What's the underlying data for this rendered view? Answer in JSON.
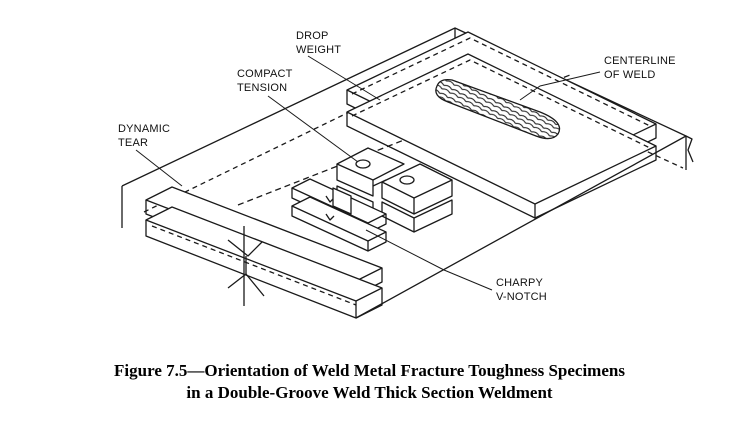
{
  "labels": {
    "drop_weight_1": "DROP",
    "drop_weight_2": "WEIGHT",
    "compact_tension_1": "COMPACT",
    "compact_tension_2": "TENSION",
    "dynamic_tear_1": "DYNAMIC",
    "dynamic_tear_2": "TEAR",
    "centerline_1": "CENTERLINE",
    "centerline_2": "OF WELD",
    "charpy_1": "CHARPY",
    "charpy_2": "V-NOTCH"
  },
  "caption": {
    "line1": "Figure 7.5—Orientation of Weld Metal Fracture Toughness Specimens",
    "line2": "in a Double-Groove Weld Thick Section Weldment"
  }
}
